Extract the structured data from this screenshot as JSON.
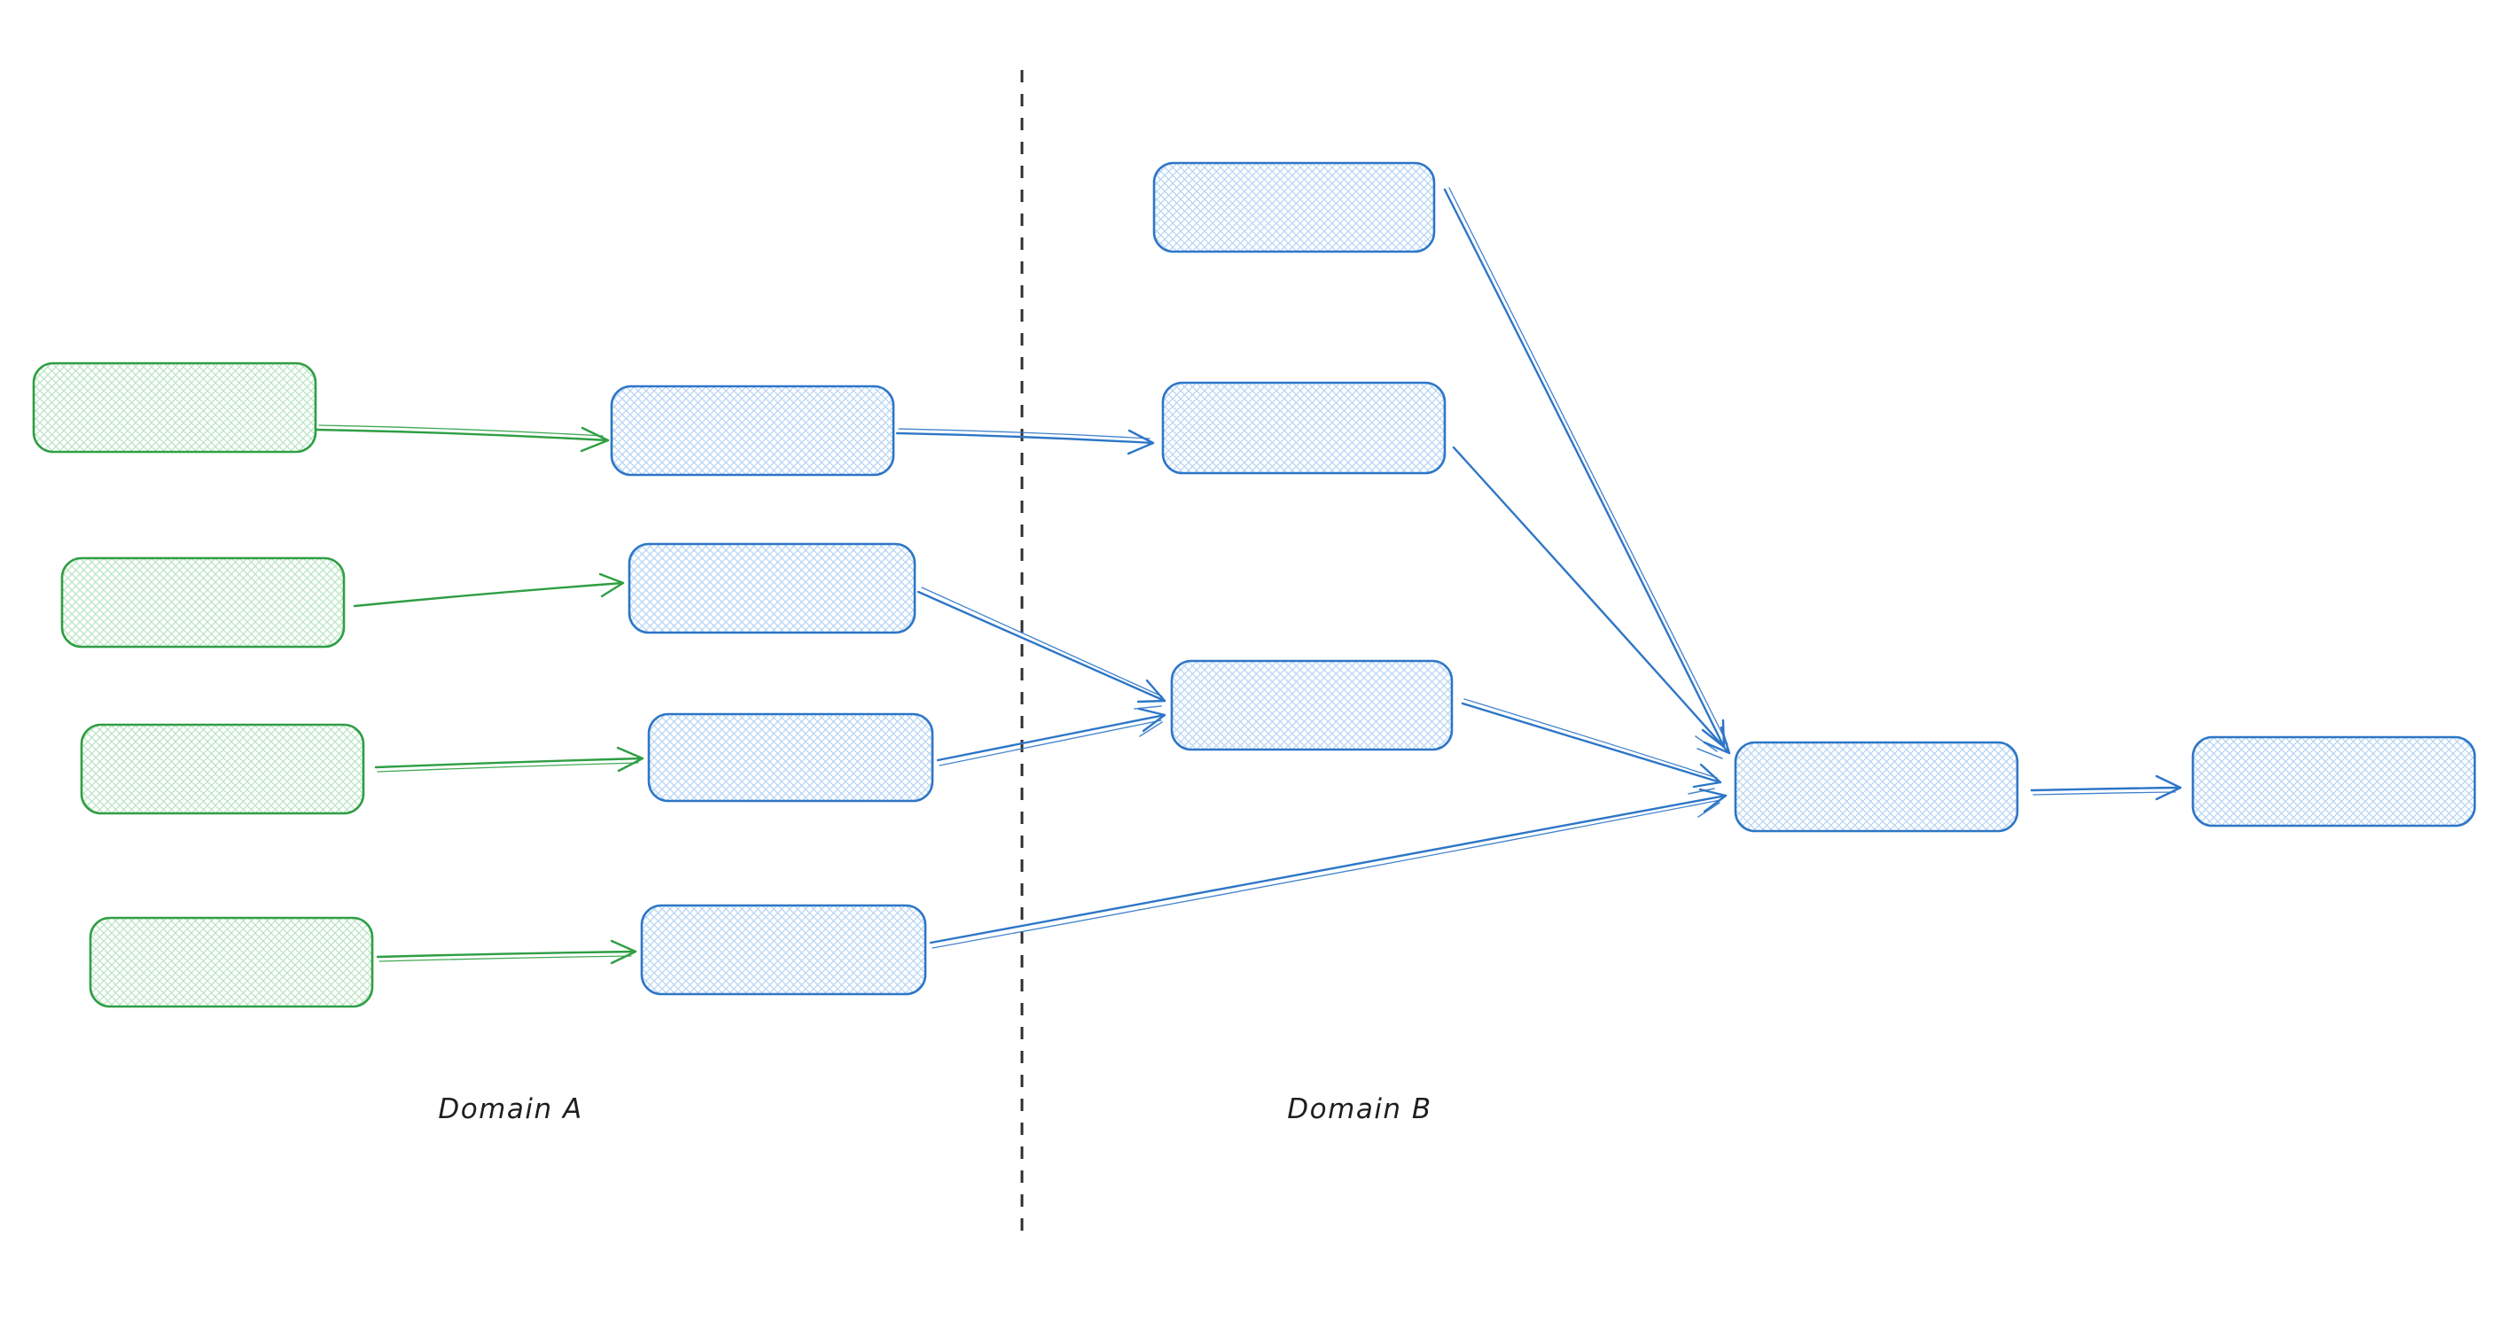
{
  "labels": {
    "domain_a": "Domain A",
    "domain_b": "Domain B"
  },
  "palette": {
    "green_stroke": "#2f9e44",
    "green_hatch_fill": "#b7e3c1",
    "blue_stroke": "#2d76c7",
    "blue_hatch_fill": "#b3d3f3",
    "divider_color": "#2e2e2e",
    "label_text_color": "#1e1e1e",
    "background": "#ffffff"
  },
  "graph": {
    "nodes": [
      {
        "id": "green-1",
        "side": "domain-a",
        "color": "green"
      },
      {
        "id": "green-2",
        "side": "domain-a",
        "color": "green"
      },
      {
        "id": "green-3",
        "side": "domain-a",
        "color": "green"
      },
      {
        "id": "green-4",
        "side": "domain-a",
        "color": "green"
      },
      {
        "id": "blue-a1",
        "side": "domain-a",
        "color": "blue"
      },
      {
        "id": "blue-a2",
        "side": "domain-a",
        "color": "blue"
      },
      {
        "id": "blue-a3",
        "side": "domain-a",
        "color": "blue"
      },
      {
        "id": "blue-a4",
        "side": "domain-a",
        "color": "blue"
      },
      {
        "id": "blue-b1",
        "side": "domain-b",
        "color": "blue"
      },
      {
        "id": "blue-b2",
        "side": "domain-b",
        "color": "blue"
      },
      {
        "id": "blue-b3",
        "side": "domain-b",
        "color": "blue"
      },
      {
        "id": "hub",
        "side": "domain-b",
        "color": "blue"
      },
      {
        "id": "output",
        "side": "domain-b",
        "color": "blue"
      }
    ],
    "edges": [
      {
        "from": "green-1",
        "to": "blue-a1",
        "color": "green"
      },
      {
        "from": "green-2",
        "to": "blue-a2",
        "color": "green"
      },
      {
        "from": "green-3",
        "to": "blue-a3",
        "color": "green"
      },
      {
        "from": "green-4",
        "to": "blue-a4",
        "color": "green"
      },
      {
        "from": "blue-a1",
        "to": "blue-b2",
        "color": "blue"
      },
      {
        "from": "blue-a2",
        "to": "blue-b3",
        "color": "blue"
      },
      {
        "from": "blue-a3",
        "to": "blue-b3",
        "color": "blue"
      },
      {
        "from": "blue-a4",
        "to": "hub",
        "color": "blue"
      },
      {
        "from": "blue-b1",
        "to": "hub",
        "color": "blue"
      },
      {
        "from": "blue-b2",
        "to": "hub",
        "color": "blue"
      },
      {
        "from": "blue-b3",
        "to": "hub",
        "color": "blue"
      },
      {
        "from": "hub",
        "to": "output",
        "color": "blue"
      }
    ]
  }
}
